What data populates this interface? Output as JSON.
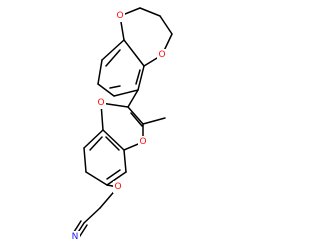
{
  "molecule": {
    "colors": {
      "carbon_bond": "#000000",
      "oxygen": "#ff0d0d",
      "nitrogen": "#2020ff",
      "background": "#ffffff"
    },
    "atom_labels": {
      "dioxepine_o_top": "O",
      "dioxepine_o_bottom": "O",
      "carbonyl_o": "O",
      "ring_o": "O",
      "ether_o": "O",
      "nitrile_n": "N"
    }
  }
}
